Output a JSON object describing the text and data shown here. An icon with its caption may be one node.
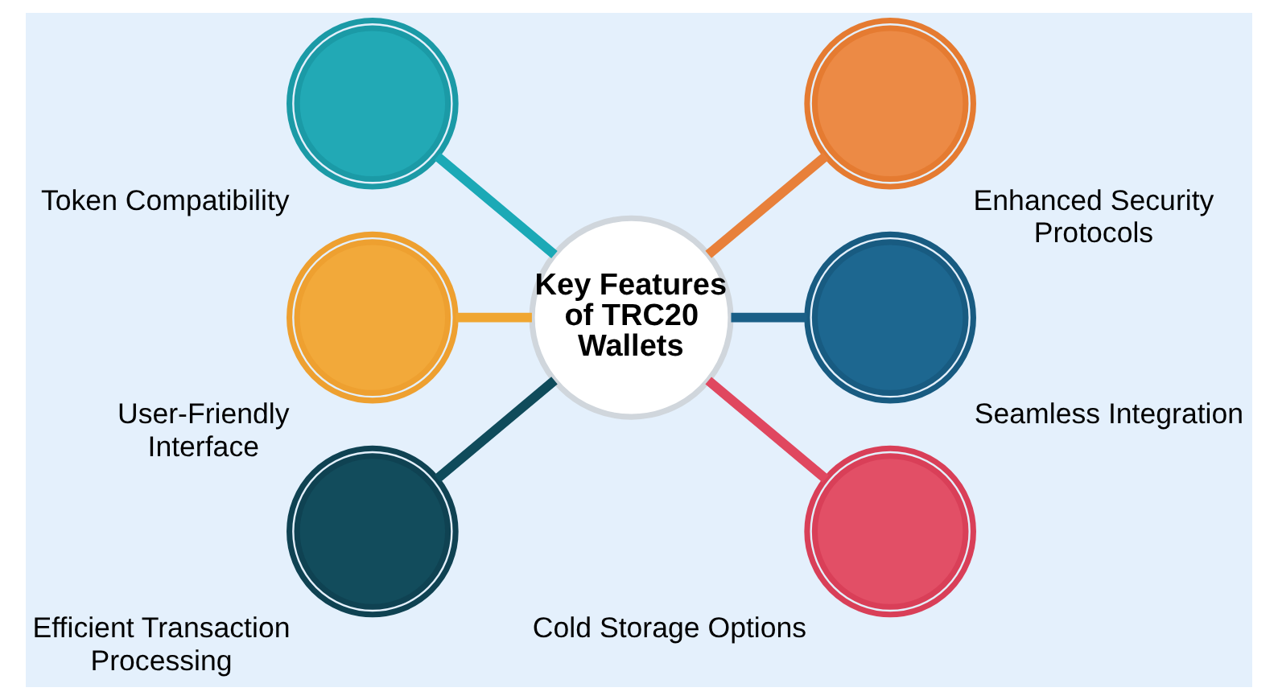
{
  "diagram": {
    "nodes": [
      {
        "text": [
          "Key Features of TRC20 Wallets"
        ]
      },
      {
        "text": [],
        "shape": "circle",
        "beside": [
          "Token Compatibility"
        ]
      },
      {
        "text": [],
        "shape": "circle",
        "beside": [
          "Enhanced Security Protocols"
        ]
      },
      {
        "text": [],
        "shape": "circle",
        "beside": [
          "User-Friendly Interface"
        ]
      },
      {
        "text": [],
        "shape": "circle",
        "beside": [
          "Seamless Integration"
        ]
      },
      {
        "text": [],
        "shape": "circle",
        "beside": [
          "Efficient Transaction Processing"
        ]
      },
      {
        "text": [],
        "shape": "circle",
        "beside": [
          "Cold Storage Options"
        ]
      }
    ],
    "edges": [
      {
        "from": 1,
        "to": 0,
        "arrow": "none",
        "color": "#1ba9b6"
      },
      {
        "from": 0,
        "to": 2,
        "arrow": "none",
        "color": "#e8803a"
      },
      {
        "from": 3,
        "to": 0,
        "arrow": "none",
        "color": "#f0a631"
      },
      {
        "from": 0,
        "to": 4,
        "arrow": "none",
        "color": "#1a5f87"
      },
      {
        "from": 5,
        "to": 0,
        "arrow": "none",
        "color": "#0f4b5b"
      },
      {
        "from": 0,
        "to": 6,
        "arrow": "none",
        "color": "#e0475f"
      }
    ]
  }
}
